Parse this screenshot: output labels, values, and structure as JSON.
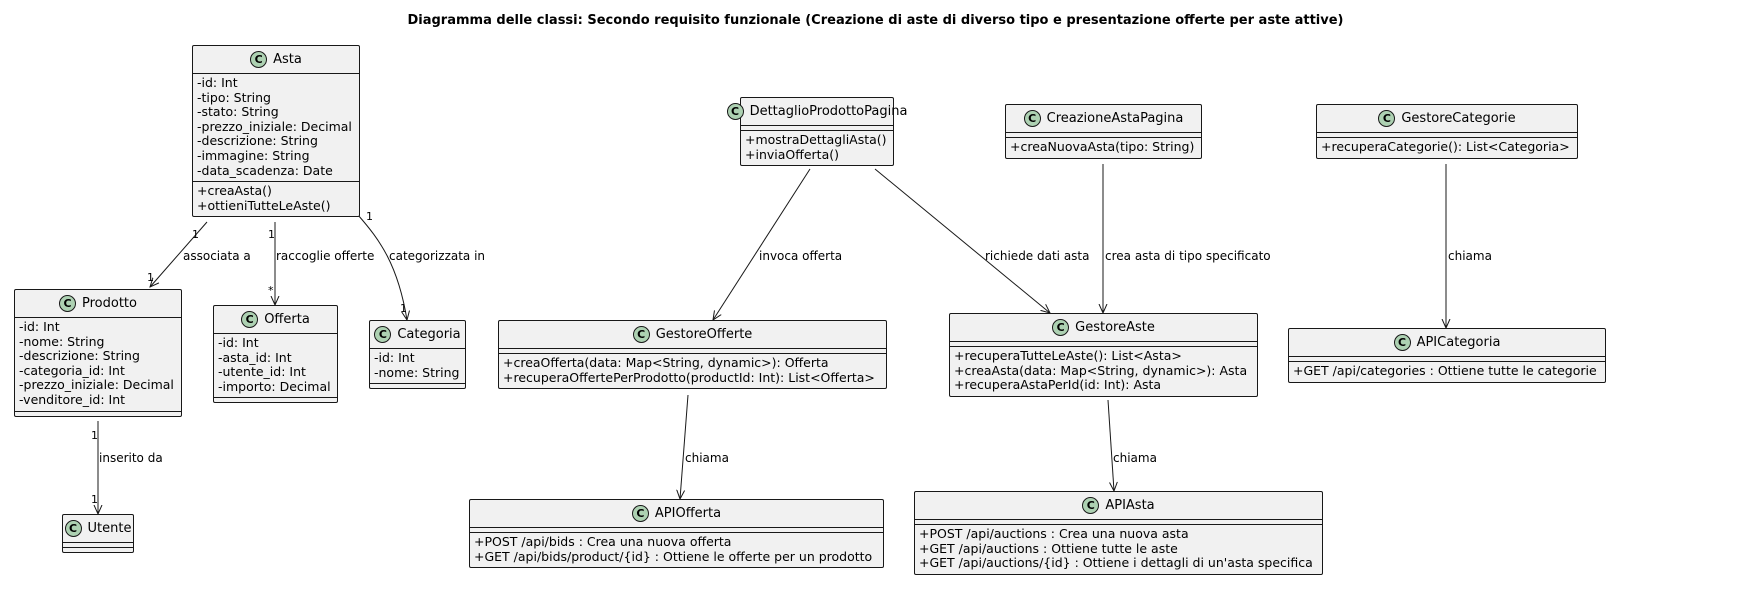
{
  "title": "Diagramma delle classi: Secondo requisito funzionale (Creazione di aste di diverso tipo e presentazione offerte per aste attive)",
  "class_icon_letter": "C",
  "colors": {
    "class_fill": "#f1f1f1",
    "class_border": "#181818",
    "icon_fill": "#add1b2",
    "line": "#181818"
  },
  "classes": {
    "asta": {
      "name": "Asta",
      "attributes": [
        "-id: Int",
        "-tipo: String",
        "-stato: String",
        "-prezzo_iniziale: Decimal",
        "-descrizione: String",
        "-immagine: String",
        "-data_scadenza: Date"
      ],
      "methods": [
        "+creaAsta()",
        "+ottieniTutteLeAste()"
      ]
    },
    "prodotto": {
      "name": "Prodotto",
      "attributes": [
        "-id: Int",
        "-nome: String",
        "-descrizione: String",
        "-categoria_id: Int",
        "-prezzo_iniziale: Decimal",
        "-venditore_id: Int"
      ],
      "methods": []
    },
    "offerta": {
      "name": "Offerta",
      "attributes": [
        "-id: Int",
        "-asta_id: Int",
        "-utente_id: Int",
        "-importo: Decimal"
      ],
      "methods": []
    },
    "categoria": {
      "name": "Categoria",
      "attributes": [
        "-id: Int",
        "-nome: String"
      ],
      "methods": []
    },
    "utente": {
      "name": "Utente",
      "attributes": [],
      "methods": []
    },
    "dettaglio": {
      "name": "DettaglioProdottoPagina",
      "attributes": [],
      "methods": [
        "+mostraDettagliAsta()",
        "+inviaOfferta()"
      ]
    },
    "creazione": {
      "name": "CreazioneAstaPagina",
      "attributes": [],
      "methods": [
        "+creaNuovaAsta(tipo: String)"
      ]
    },
    "gestoreCategorie": {
      "name": "GestoreCategorie",
      "attributes": [],
      "methods": [
        "+recuperaCategorie(): List<Categoria>"
      ]
    },
    "gestoreOfferte": {
      "name": "GestoreOfferte",
      "attributes": [],
      "methods": [
        "+creaOfferta(data: Map<String, dynamic>): Offerta",
        "+recuperaOffertePerProdotto(productId: Int): List<Offerta>"
      ]
    },
    "gestoreAste": {
      "name": "GestoreAste",
      "attributes": [],
      "methods": [
        "+recuperaTutteLeAste(): List<Asta>",
        "+creaAsta(data: Map<String, dynamic>): Asta",
        "+recuperaAstaPerId(id: Int): Asta"
      ]
    },
    "apiCategoria": {
      "name": "APICategoria",
      "attributes": [],
      "methods": [
        "+GET /api/categories : Ottiene tutte le categorie"
      ]
    },
    "apiOfferta": {
      "name": "APIOfferta",
      "attributes": [],
      "methods": [
        "+POST /api/bids : Crea una nuova offerta",
        "+GET /api/bids/product/{id} : Ottiene le offerte per un prodotto"
      ]
    },
    "apiAsta": {
      "name": "APIAsta",
      "attributes": [],
      "methods": [
        "+POST /api/auctions : Crea una nuova asta",
        "+GET /api/auctions : Ottiene tutte le aste",
        "+GET /api/auctions/{id} : Ottiene i dettagli di un'asta specifica"
      ]
    }
  },
  "relations": [
    {
      "from": "Asta",
      "to": "Prodotto",
      "label": "associata a",
      "from_mult": "1",
      "to_mult": "1"
    },
    {
      "from": "Asta",
      "to": "Offerta",
      "label": "raccoglie offerte",
      "from_mult": "1",
      "to_mult": "*"
    },
    {
      "from": "Asta",
      "to": "Categoria",
      "label": "categorizzata in",
      "from_mult": "1",
      "to_mult": "1"
    },
    {
      "from": "Prodotto",
      "to": "Utente",
      "label": "inserito da",
      "from_mult": "1",
      "to_mult": "1"
    },
    {
      "from": "DettaglioProdottoPagina",
      "to": "GestoreOfferte",
      "label": "invoca offerta"
    },
    {
      "from": "DettaglioProdottoPagina",
      "to": "GestoreAste",
      "label": "richiede dati asta"
    },
    {
      "from": "CreazioneAstaPagina",
      "to": "GestoreAste",
      "label": "crea asta di tipo specificato"
    },
    {
      "from": "GestoreCategorie",
      "to": "APICategoria",
      "label": "chiama"
    },
    {
      "from": "GestoreOfferte",
      "to": "APIOfferta",
      "label": "chiama"
    },
    {
      "from": "GestoreAste",
      "to": "APIAsta",
      "label": "chiama"
    }
  ]
}
